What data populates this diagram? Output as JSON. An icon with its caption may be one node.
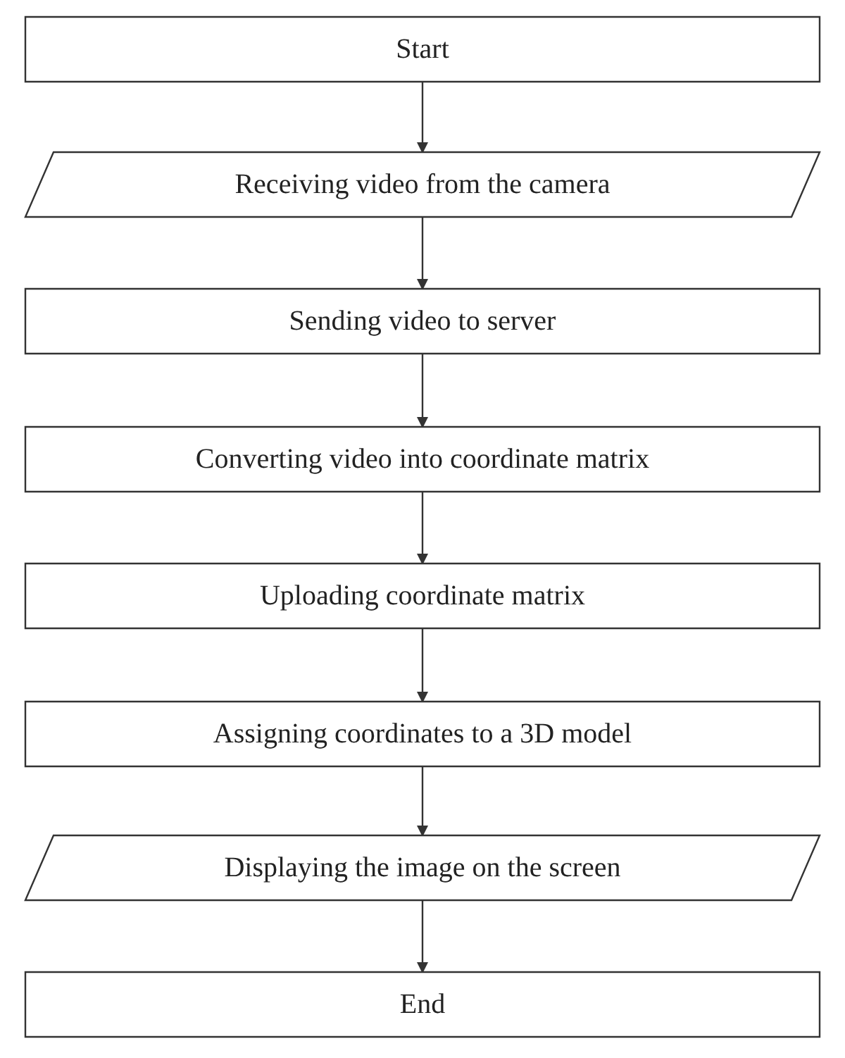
{
  "diagram": {
    "nodes": [
      {
        "text": [
          "Start"
        ]
      },
      {
        "text": [
          "Receiving video from the camera"
        ]
      },
      {
        "text": [
          "Sending video to server"
        ]
      },
      {
        "text": [
          "Converting video into coordinate matrix"
        ]
      },
      {
        "text": [
          "Uploading coordinate matrix"
        ]
      },
      {
        "text": [
          "Assigning coordinates to a 3D model"
        ]
      },
      {
        "text": [
          "Displaying the image on the screen"
        ]
      },
      {
        "text": [
          "End"
        ]
      }
    ],
    "edges": [
      {
        "from": 0,
        "to": 1,
        "arrow": "to"
      },
      {
        "from": 1,
        "to": 2,
        "arrow": "to"
      },
      {
        "from": 2,
        "to": 3,
        "arrow": "to"
      },
      {
        "from": 3,
        "to": 4,
        "arrow": "to"
      },
      {
        "from": 4,
        "to": 5,
        "arrow": "to"
      },
      {
        "from": 5,
        "to": 6,
        "arrow": "to"
      },
      {
        "from": 6,
        "to": 7,
        "arrow": "to"
      }
    ]
  }
}
